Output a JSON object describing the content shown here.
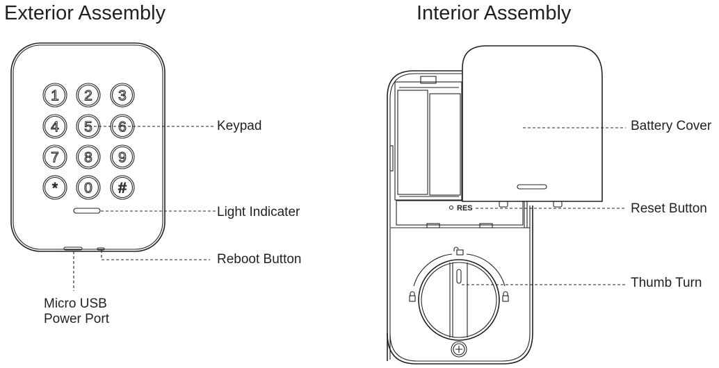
{
  "exterior": {
    "title": "Exterior Assembly",
    "keypad_keys": [
      "1",
      "2",
      "3",
      "4",
      "5",
      "6",
      "7",
      "8",
      "9",
      "*",
      "0",
      "#"
    ],
    "callouts": {
      "keypad": "Keypad",
      "light_indicator": "Light Indicater",
      "reboot_button": "Reboot Button",
      "usb_line1": "Micro USB",
      "usb_line2": "Power Port"
    }
  },
  "interior": {
    "title": "Interior Assembly",
    "res_label": "RES",
    "callouts": {
      "battery_cover": "Battery Cover",
      "reset_button": "Reset Button",
      "thumb_turn": "Thumb Turn"
    }
  }
}
